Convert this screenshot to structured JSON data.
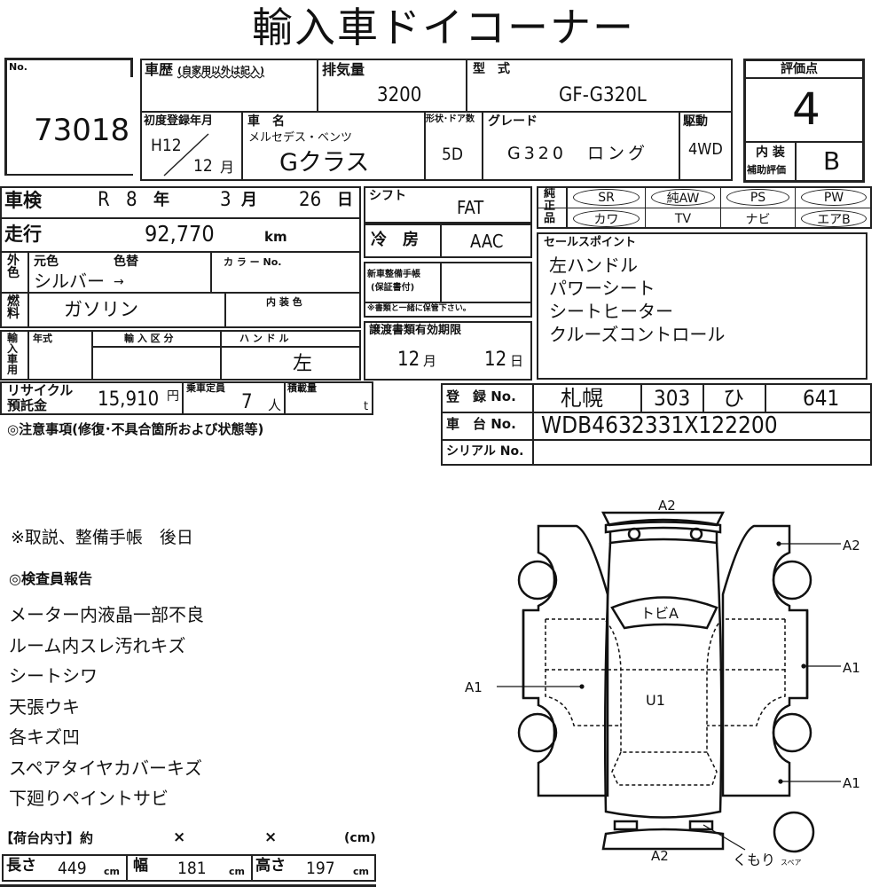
{
  "title": "輸入車ドイコーナー",
  "lot": {
    "label": "No.",
    "number": "73018"
  },
  "history": {
    "label": "車歴",
    "note": "(自家用以外は記入)",
    "value": ""
  },
  "displacement": {
    "label": "排気量",
    "value": "3200"
  },
  "model_code": {
    "label": "型　式",
    "value": "GF-G320L"
  },
  "first_reg": {
    "label": "初度登録年月",
    "year": "H12",
    "month": "12",
    "month_unit": "月"
  },
  "car_name": {
    "label": "車　名",
    "maker": "メルセデス・ベンツ",
    "model": "Gクラス"
  },
  "body_doors": {
    "label": "形状･ドア数",
    "value": "5D"
  },
  "grade": {
    "label": "グレード",
    "value": "G320　ロング"
  },
  "drive": {
    "label": "駆動",
    "value": "4WD"
  },
  "score": {
    "label": "評価点",
    "value": "4",
    "interior_label_1": "内 装",
    "interior_label_2": "補助評価",
    "interior_value": "B"
  },
  "inspection": {
    "label": "車検",
    "era": "R",
    "year": "8",
    "year_unit": "年",
    "month": "3",
    "month_unit": "月",
    "day": "26",
    "day_unit": "日"
  },
  "mileage": {
    "label": "走行",
    "value": "92,770",
    "unit": "km"
  },
  "exterior": {
    "label": "外色",
    "orig_label": "元色",
    "change_label": "色替",
    "orig_value": "シルバー",
    "arrow": "→",
    "color_no_label": "カ ラ ー No."
  },
  "fuel": {
    "label": "燃料",
    "value": "ガソリン",
    "interior_color_label": "内 装 色"
  },
  "import": {
    "label": "輸入車用",
    "year_label": "年式",
    "class_label": "輸 入 区 分",
    "handle_label": "ハ ン ド ル",
    "handle_value": "左"
  },
  "shift": {
    "label": "シフト",
    "value": "FAT"
  },
  "aircon": {
    "label": "冷　房",
    "value": "AAC"
  },
  "service_book": {
    "label_1": "新車整備手帳",
    "label_2": "(保証書付)",
    "note": "※書類と一緒に保管下さい。"
  },
  "transfer_docs": {
    "label": "譲渡書類有効期限",
    "month": "12",
    "month_unit": "月",
    "day": "12",
    "day_unit": "日"
  },
  "genuine": {
    "label": "純正品",
    "items": [
      {
        "label": "SR",
        "circled": true
      },
      {
        "label": "純AW",
        "circled": true
      },
      {
        "label": "PS",
        "circled": true
      },
      {
        "label": "PW",
        "circled": true
      },
      {
        "label": "カワ",
        "circled": true
      },
      {
        "label": "TV",
        "circled": false
      },
      {
        "label": "ナビ",
        "circled": false
      },
      {
        "label": "エアB",
        "circled": true
      }
    ]
  },
  "sales_points": {
    "label": "セールスポイント",
    "items": [
      "左ハンドル",
      "パワーシート",
      "シートヒーター",
      "クルーズコントロール"
    ]
  },
  "recycle": {
    "label_1": "リサイクル",
    "label_2": "預託金",
    "value": "15,910",
    "unit": "円"
  },
  "capacity": {
    "label": "乗車定員",
    "value": "7",
    "unit": "人"
  },
  "load": {
    "label": "積載量",
    "unit": "t"
  },
  "registration": {
    "label": "登　録 No.",
    "region": "札幌",
    "class": "303",
    "kana": "ひ",
    "number": "641"
  },
  "chassis": {
    "label": "車　台 No.",
    "value": "WDB4632331X122200"
  },
  "serial": {
    "label": "シリアル No.",
    "value": ""
  },
  "notes_header": "◎注意事項(修復･不具合箇所および状態等)",
  "remarks": {
    "manual": "※取説、整備手帳　後日",
    "inspector_header": "◎検査員報告",
    "items": [
      "メーター内液晶一部不良",
      "ルーム内スレ汚れキズ",
      "シートシワ",
      "天張ウキ",
      "各キズ凹",
      "スペアタイヤカバーキズ",
      "下廻りペイントサビ"
    ]
  },
  "cargo": {
    "header": "【荷台内寸】約",
    "times": "×",
    "unit_note": "(cm)",
    "length_label": "長さ",
    "length": "449",
    "width_label": "幅",
    "width": "181",
    "height_label": "高さ",
    "height": "197",
    "unit": "cm"
  },
  "diagram": {
    "marks": {
      "front_bumper": "A2",
      "rear_bumper": "A2",
      "right_front_door": "A2",
      "right_step": "A1",
      "left_side": "A1",
      "right_rear": "A1",
      "windshield": "トビA",
      "roof": "U1",
      "tail_lamp": "くもり",
      "spare": "スペア"
    }
  }
}
